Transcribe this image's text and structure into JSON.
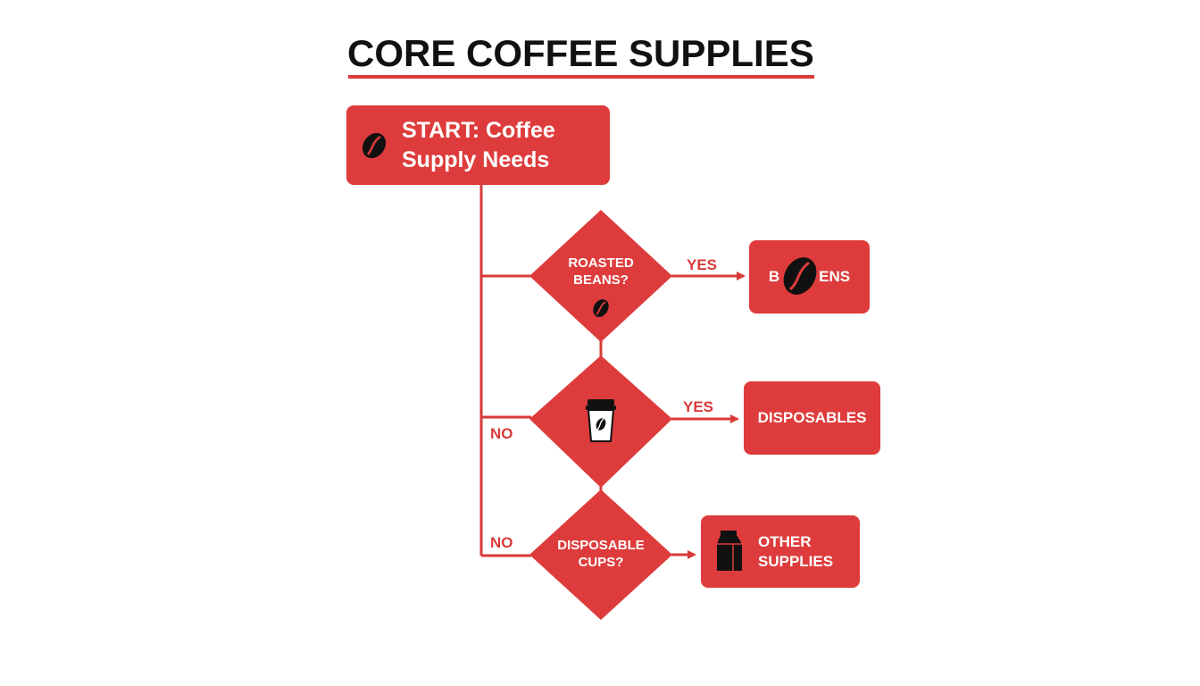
{
  "title": "CORE COFFEE SUPPLIES",
  "nodes": {
    "start": {
      "label_line1": "START: Coffee",
      "label_line2": "Supply Needs",
      "icon": "coffee-bean-icon"
    },
    "decision_beans": {
      "label_line1": "ROASTED",
      "label_line2": "BEANS?",
      "icon": "coffee-bean-icon"
    },
    "decision_cup": {
      "label": "",
      "icon": "coffee-cup-icon"
    },
    "decision_cups": {
      "label_line1": "DISPOSABLE",
      "label_line2": "CUPS?"
    },
    "out_beans": {
      "label": "BEANS",
      "label_visible_left": "B",
      "label_visible_right": "ENS",
      "icon": "coffee-bean-icon"
    },
    "out_disposables": {
      "label": "DISPOSABLES"
    },
    "out_other": {
      "label_line1": "OTHER",
      "label_line2": "SUPPLIES",
      "icon": "milk-carton-icon"
    }
  },
  "edges": {
    "yes_1": "YES",
    "yes_2": "YES",
    "no_1": "NO",
    "no_2": "NO"
  },
  "colors": {
    "accent": "#de3c3c",
    "line": "#d93a3a",
    "text_dark": "#111111",
    "text_light": "#ffffff"
  }
}
